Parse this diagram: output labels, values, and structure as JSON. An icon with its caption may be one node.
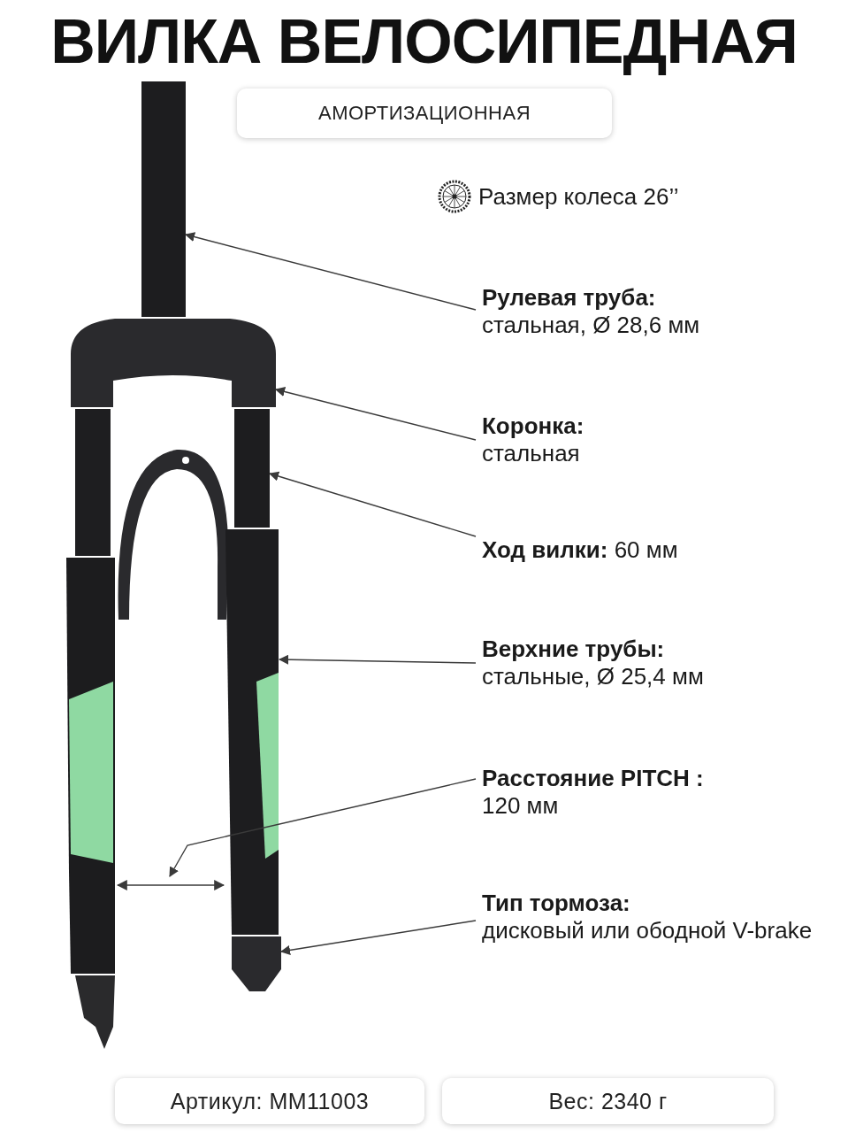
{
  "diagram": {
    "title": "ВИЛКА ВЕЛОСИПЕДНАЯ",
    "nodes": [
      {
        "text": [
          "АМОРТИЗАЦИОННАЯ"
        ]
      },
      {
        "text": [
          "Рулевая труба:",
          "стальная, Ø 28,6 мм"
        ]
      },
      {
        "text": [
          "Коронка:",
          "стальная"
        ]
      },
      {
        "text": [
          "**Ход вилки:** 60 мм"
        ]
      },
      {
        "text": [
          "Верхние трубы:",
          "стальные, Ø 25,4 мм"
        ]
      },
      {
        "text": [
          "Расстояние PITCH :",
          "120 мм"
        ]
      },
      {
        "text": [
          "Тип тормоза:",
          "дисковый или ободной V-brake"
        ]
      },
      {
        "text": [
          "Артикул: MM11003"
        ]
      },
      {
        "text": [
          "Вес: 2340 г"
        ]
      },
      {
        "text": [],
        "shape": "bar"
      },
      {
        "text": [],
        "shape": "box"
      },
      {
        "text": [],
        "shape": "bar"
      },
      {
        "text": [],
        "shape": "bar"
      },
      {
        "text": [],
        "shape": "box"
      }
    ],
    "edges": [
      {
        "from": 1,
        "to": 9,
        "arrow": "to"
      },
      {
        "from": 2,
        "to": 10,
        "arrow": "to"
      },
      {
        "from": 3,
        "to": 11,
        "arrow": "to"
      },
      {
        "from": 4,
        "to": 12,
        "arrow": "to"
      },
      {
        "from": 5,
        "to": null,
        "arrow": "to"
      },
      {
        "from": 6,
        "to": 13,
        "arrow": "to"
      }
    ],
    "labels": [
      "Размер колеса 26’’"
    ]
  }
}
